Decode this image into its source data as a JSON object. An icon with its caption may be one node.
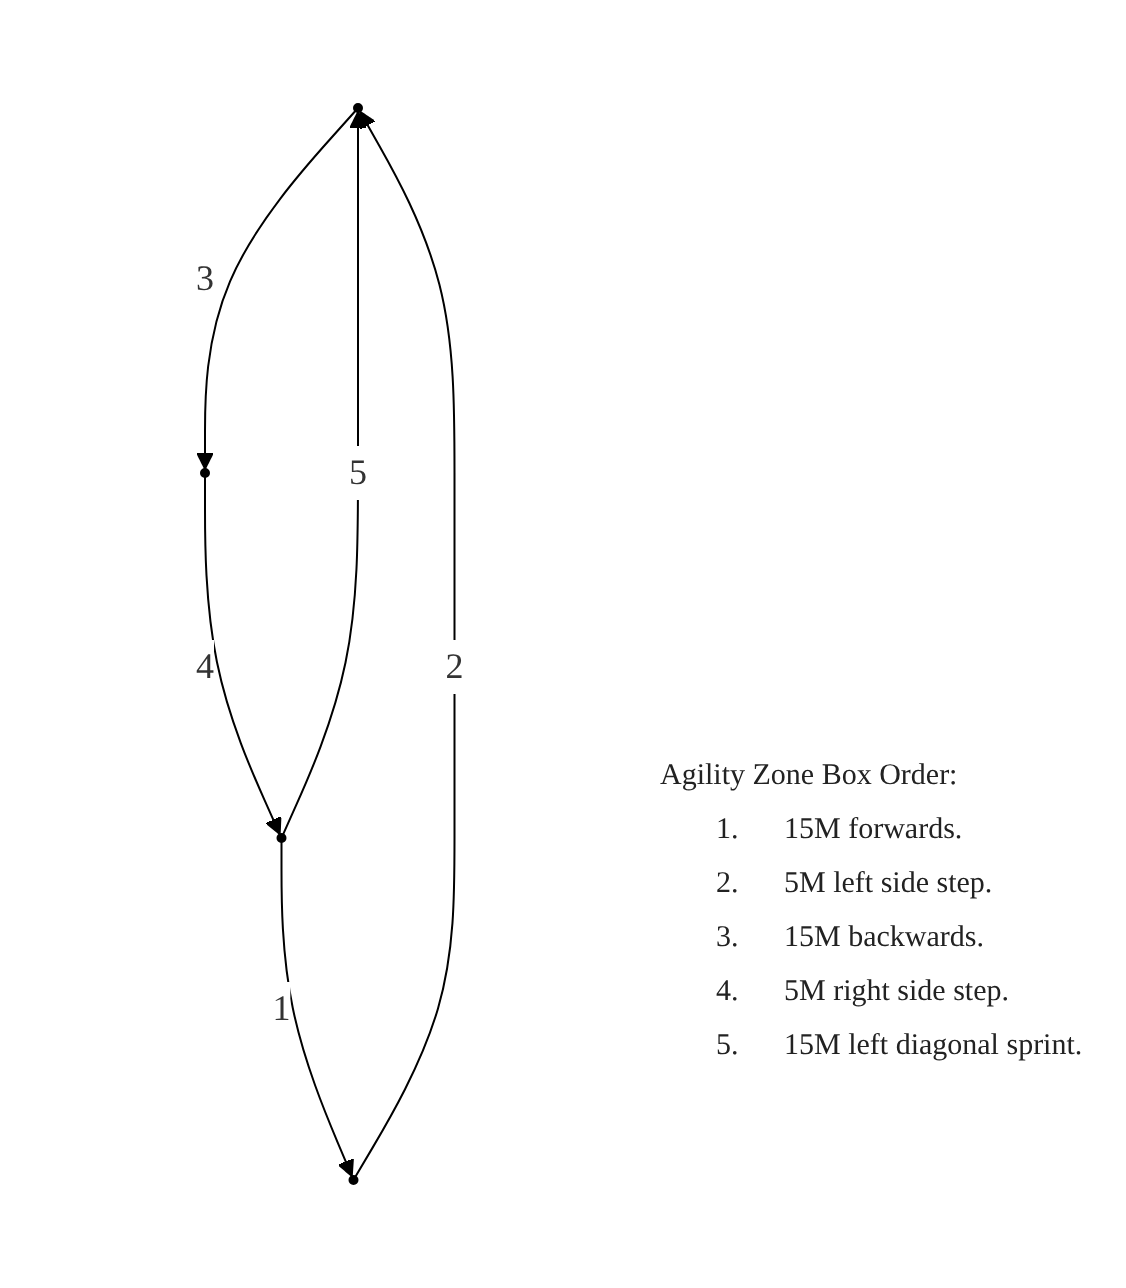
{
  "diagram": {
    "nodes": [
      {
        "text": [],
        "shape": "circle"
      },
      {
        "text": [],
        "shape": "circle"
      },
      {
        "text": [],
        "shape": "circle"
      },
      {
        "text": [],
        "shape": "circle"
      }
    ],
    "edges": [
      {
        "from": 3,
        "to": 1,
        "arrow": "to",
        "label": "1"
      },
      {
        "from": 1,
        "to": 0,
        "arrow": "to",
        "label": "2"
      },
      {
        "from": 0,
        "to": 2,
        "arrow": "to",
        "label": "3"
      },
      {
        "from": 2,
        "to": 3,
        "arrow": "to",
        "label": "4"
      },
      {
        "from": 3,
        "to": 0,
        "arrow": "to",
        "label": "5"
      }
    ],
    "labels": [
      "Agility Zone Box Order:",
      "1.",
      "15M forwards.",
      "2.",
      "5M left side step.",
      "3.",
      "15M backwards.",
      "4.",
      "5M right side step.",
      "5.",
      "15M left diagonal sprint."
    ]
  }
}
